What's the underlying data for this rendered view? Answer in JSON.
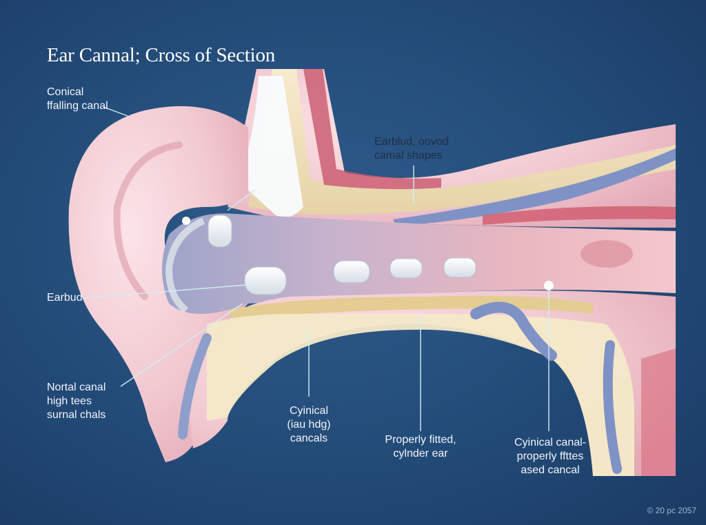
{
  "title": "Ear Cannal; Cross of Section",
  "labels": {
    "conical": [
      "Conical",
      "ffalling canal"
    ],
    "earbud_shapes": [
      "Earblud, oovod",
      "camal shapes"
    ],
    "earbud": [
      "Earbud"
    ],
    "nortal": [
      "Nortal canal",
      "high tees",
      "surnal chals"
    ],
    "cyinical": [
      "Cyinical",
      "(iau hdg)",
      "cancals"
    ],
    "properly_fitted": [
      "Properly fitted,",
      "cylnder ear"
    ],
    "cyinical_canal": [
      "Cyinical canal-",
      "properly ffttes",
      "ased cancal"
    ]
  },
  "copyright": "© 20 pc 2057",
  "colors": {
    "background": "#234b78",
    "skin": "#f0c7cf",
    "cartilage_cream": "#f3e6c2",
    "canal_wall": "#e9aeb9",
    "vein_blue": "#7f92c6",
    "earbud": "#ffffff",
    "pointer": "#cfeff3"
  }
}
